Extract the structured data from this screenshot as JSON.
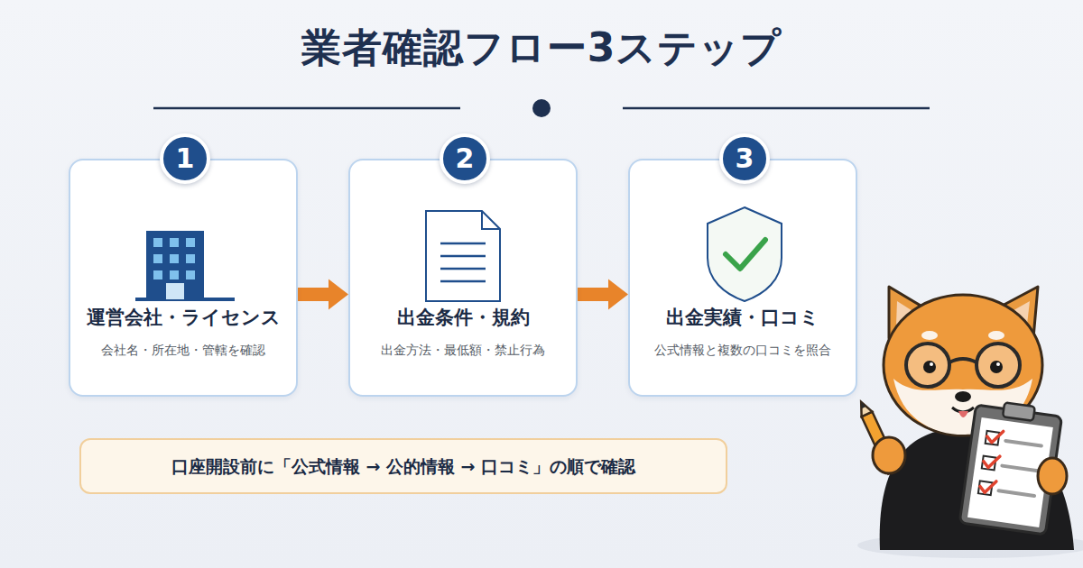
{
  "diagram": {
    "title": "業者確認フロー3ステップ",
    "nodes": [
      {
        "text": [
          "運営会社・ライセンス",
          "会社名・所在地・管轄を確認"
        ]
      },
      {
        "text": [
          "1"
        ],
        "in": 0
      },
      {
        "text": [
          "出金条件・規約",
          "出金方法・最低額・禁止行為"
        ]
      },
      {
        "text": [
          "2"
        ],
        "in": 2
      },
      {
        "text": [
          "出金実績・口コミ",
          "公式情報と複数の口コミを照合"
        ]
      },
      {
        "text": [
          "3"
        ],
        "in": 4
      },
      {
        "text": [
          "口座開設前に「公式情報 → 公的情報 → 口コミ」の順で確認"
        ]
      }
    ],
    "edges": [
      {
        "from": 0,
        "to": 2,
        "arrow": "to"
      },
      {
        "from": 2,
        "to": 4,
        "arrow": "to"
      }
    ]
  }
}
